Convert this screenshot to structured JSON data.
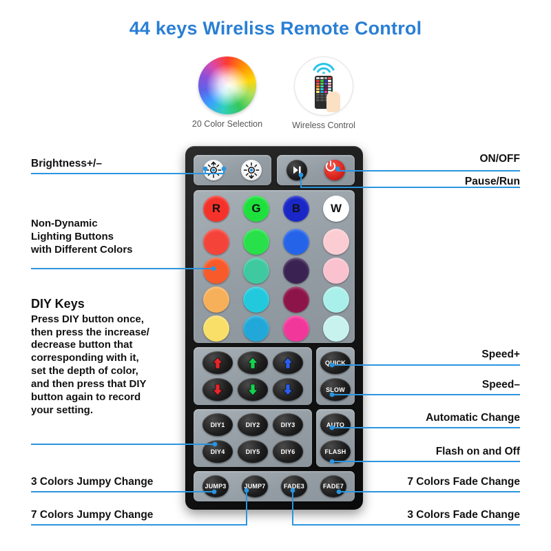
{
  "title": "44 keys Wireliss Remote Control",
  "features": [
    {
      "name": "color-wheel",
      "caption": "20 Color Selection"
    },
    {
      "name": "wireless",
      "caption": "Wireless Control"
    }
  ],
  "remote": {
    "top_row": [
      {
        "name": "brightness-up",
        "icon": "sun-up-icon",
        "label": ""
      },
      {
        "name": "brightness-down",
        "icon": "sun-down-icon",
        "label": ""
      },
      {
        "name": "pause-run",
        "icon": "play-pause-icon",
        "label": ""
      },
      {
        "name": "power",
        "icon": "power-icon",
        "label": ""
      }
    ],
    "rgbw_row": [
      {
        "label": "R",
        "color": "#f5322a"
      },
      {
        "label": "G",
        "color": "#1ee03c"
      },
      {
        "label": "B",
        "color": "#1a27c8"
      },
      {
        "label": "W",
        "color": "#ffffff"
      }
    ],
    "color_grid": [
      [
        "#f4443a",
        "#28e04a",
        "#2563e8",
        "#fbcdd2"
      ],
      [
        "#f85a2a",
        "#3fc9a0",
        "#3a2352",
        "#f9c2ce"
      ],
      [
        "#f7b05a",
        "#22c9dd",
        "#8d1449",
        "#aaf0ea"
      ],
      [
        "#f9df68",
        "#22a8d8",
        "#f2379a",
        "#c7f2ee"
      ]
    ],
    "arrows": [
      {
        "name": "red-up",
        "dir": "up",
        "color": "#e8252a"
      },
      {
        "name": "green-up",
        "dir": "up",
        "color": "#17d14f"
      },
      {
        "name": "blue-up",
        "dir": "up",
        "color": "#2c5fe8"
      },
      {
        "name": "red-down",
        "dir": "down",
        "color": "#e8252a"
      },
      {
        "name": "green-down",
        "dir": "down",
        "color": "#17d14f"
      },
      {
        "name": "blue-down",
        "dir": "down",
        "color": "#2c5fe8"
      }
    ],
    "diy": [
      "DIY1",
      "DIY2",
      "DIY3",
      "DIY4",
      "DIY5",
      "DIY6"
    ],
    "speed": [
      "QUICK",
      "SLOW"
    ],
    "mode": [
      "AUTO",
      "FLASH"
    ],
    "bottom": [
      "JUMP3",
      "JUMP7",
      "FADE3",
      "FADE7"
    ]
  },
  "annotations": {
    "left": [
      {
        "name": "brightness",
        "text": "Brightness+/–"
      }
    ],
    "left_blocks": [
      {
        "name": "non-dynamic",
        "lines": [
          "Non-Dynamic",
          "Lighting Buttons",
          "with Different Colors"
        ]
      }
    ],
    "diy_block": {
      "heading": "DIY Keys",
      "lines": [
        "Press DIY button once,",
        "then press the increase/",
        "decrease button that",
        "corresponding with it,",
        "set the depth of color,",
        "and then press that DIY",
        "button again to record",
        "your setting."
      ]
    },
    "right": [
      {
        "name": "on-off",
        "text": "ON/OFF"
      },
      {
        "name": "pause-run",
        "text": "Pause/Run"
      },
      {
        "name": "speed-up",
        "text": "Speed+"
      },
      {
        "name": "speed-down",
        "text": "Speed–"
      },
      {
        "name": "automatic-change",
        "text": "Automatic Change"
      },
      {
        "name": "flash-on-off",
        "text": "Flash on and Off"
      }
    ],
    "bottom": [
      {
        "name": "jump3",
        "text": "3 Colors Jumpy Change"
      },
      {
        "name": "jump7",
        "text": "7 Colors Jumpy Change"
      },
      {
        "name": "fade7",
        "text": "7 Colors Fade Change"
      },
      {
        "name": "fade3",
        "text": "3 Colors Fade Change"
      }
    ]
  },
  "colors": {
    "accent": "#2a95e0",
    "title": "#2a7fd4",
    "body": "#0f0f0f"
  }
}
